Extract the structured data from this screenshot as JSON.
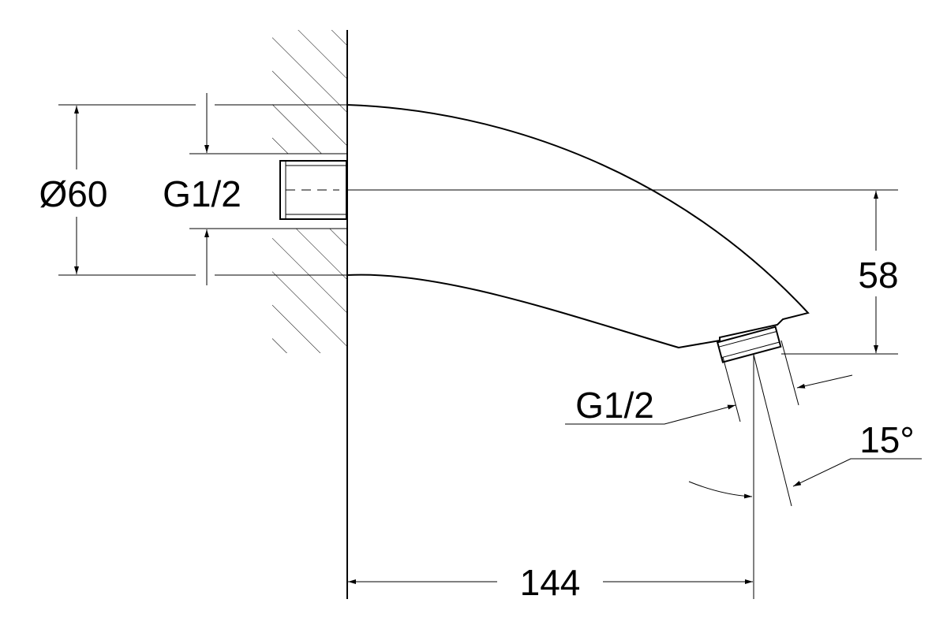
{
  "drawing": {
    "labels": {
      "diameter": "Ø60",
      "inlet_thread": "G1/2",
      "height": "58",
      "outlet_thread": "G1/2",
      "angle": "15°",
      "length": "144"
    }
  }
}
